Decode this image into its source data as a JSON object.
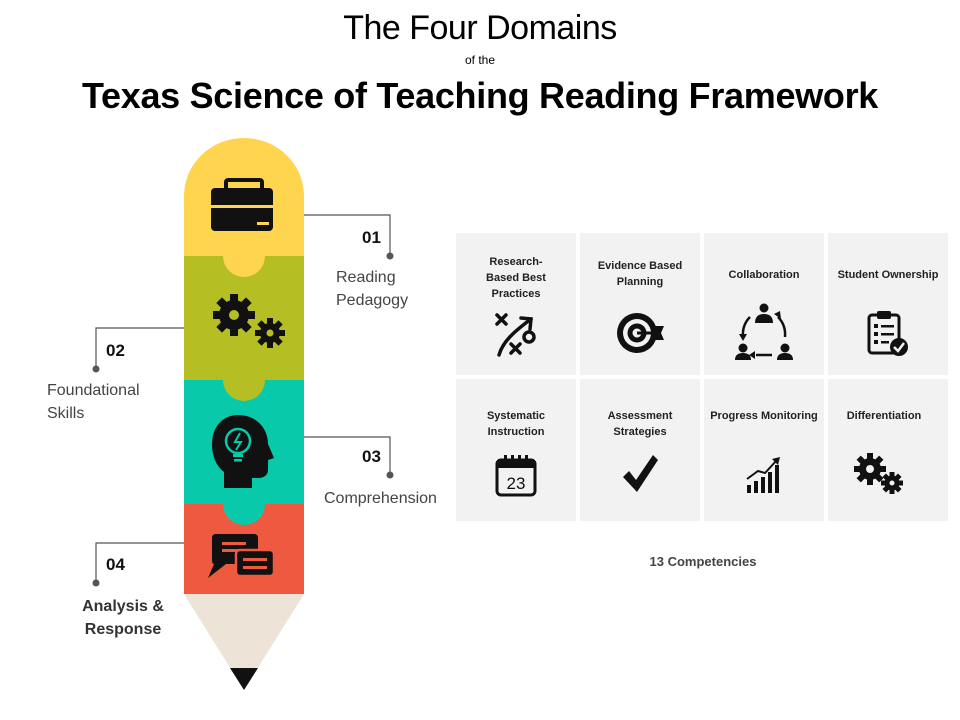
{
  "header": {
    "title": "The Four Domains",
    "subtitle": "of the",
    "main_title": "Texas Science of Teaching Reading Framework"
  },
  "domains": [
    {
      "number": "01",
      "label": "Reading Pedagogy",
      "color": "#FFD54F",
      "icon": "briefcase-icon"
    },
    {
      "number": "02",
      "label": "Foundational Skills",
      "color": "#B5BE22",
      "icon": "gears-icon"
    },
    {
      "number": "03",
      "label": "Comprehension",
      "color": "#08C9A9",
      "icon": "head-lightbulb-icon"
    },
    {
      "number": "04",
      "label": "Analysis & Response",
      "color": "#EE5A40",
      "icon": "chat-bubbles-icon"
    }
  ],
  "competencies": [
    {
      "label": "Research-Based Best Practices",
      "icon": "strategy-play-icon"
    },
    {
      "label": "Evidence Based Planning",
      "icon": "target-icon"
    },
    {
      "label": "Collaboration",
      "icon": "team-cycle-icon"
    },
    {
      "label": "Student Ownership",
      "icon": "clipboard-check-icon"
    },
    {
      "label": "Systematic Instruction",
      "icon": "calendar-icon"
    },
    {
      "label": "Assessment Strategies",
      "icon": "checkmark-icon"
    },
    {
      "label": "Progress Monitoring",
      "icon": "growth-chart-icon"
    },
    {
      "label": "Differentiation",
      "icon": "gears-icon"
    }
  ],
  "calendar_day": "23",
  "caption": "13 Competencies",
  "colors": {
    "pencil_tip": "#EDE3D7",
    "pencil_lead": "#111111",
    "cell_bg": "#F2F2F2",
    "line": "#555555"
  }
}
